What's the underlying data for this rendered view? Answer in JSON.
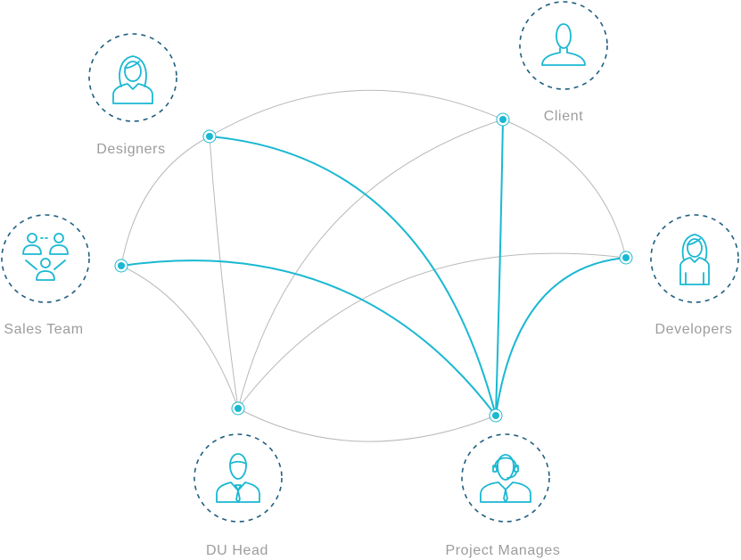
{
  "colors": {
    "accent": "#1ab8d2",
    "ring": "#1f5f80",
    "gray_line": "#b9b9b9",
    "label": "#9c9c9c"
  },
  "nodes": {
    "designers": {
      "label": "Designers",
      "icon": "woman-icon"
    },
    "client": {
      "label": "Client",
      "icon": "user-icon"
    },
    "sales_team": {
      "label": "Sales Team",
      "icon": "team-icon"
    },
    "developers": {
      "label": "Developers",
      "icon": "woman-icon"
    },
    "du_head": {
      "label": "DU Head",
      "icon": "businessman-icon"
    },
    "project_managers": {
      "label": "Project Manages",
      "icon": "headset-user-icon"
    }
  },
  "connections": {
    "gray": [
      [
        "designers",
        "client"
      ],
      [
        "client",
        "developers"
      ],
      [
        "designers",
        "sales_team"
      ],
      [
        "sales_team",
        "du_head"
      ],
      [
        "designers",
        "du_head"
      ],
      [
        "client",
        "du_head"
      ],
      [
        "developers",
        "du_head"
      ],
      [
        "du_head",
        "project_managers"
      ]
    ],
    "highlighted": [
      [
        "designers",
        "project_managers"
      ],
      [
        "client",
        "project_managers"
      ],
      [
        "sales_team",
        "project_managers"
      ],
      [
        "developers",
        "project_managers"
      ]
    ]
  }
}
